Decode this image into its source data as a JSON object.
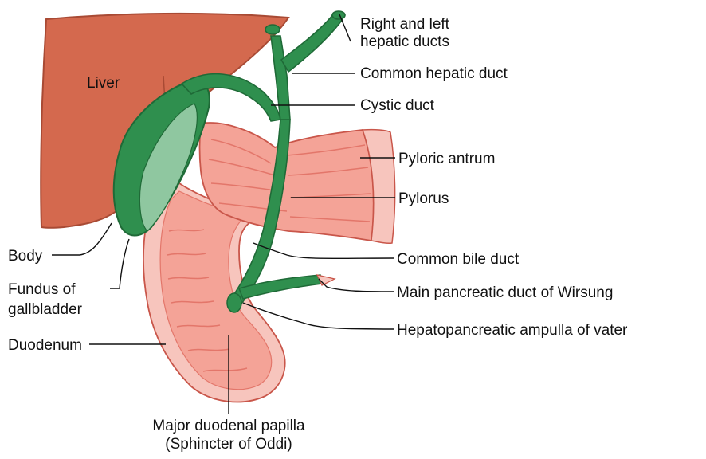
{
  "diagram": {
    "colors": {
      "liver": "#d4694e",
      "liver_edge": "#a84a34",
      "gallbladder": "#2f8f4e",
      "gallbladder_dark": "#1f6a37",
      "mucosa": "#f4a397",
      "mucosa_fold": "#e3766a",
      "wall": "#f7c5bd",
      "leader": "#111111"
    },
    "labels": {
      "liver": "Liver",
      "hepatic_ducts_line1": "Right and left",
      "hepatic_ducts_line2": "hepatic ducts",
      "common_hepatic_duct": "Common hepatic duct",
      "cystic_duct": "Cystic duct",
      "pyloric_antrum": "Pyloric antrum",
      "pylorus": "Pylorus",
      "common_bile_duct": "Common bile duct",
      "main_pancreatic_duct": "Main pancreatic duct of Wirsung",
      "hepatopancreatic_ampulla": "Hepatopancreatic ampulla of vater",
      "body": "Body",
      "fundus_line1": "Fundus of",
      "fundus_line2": "gallbladder",
      "duodenum": "Duodenum",
      "papilla_line1": "Major duodenal papilla",
      "papilla_line2": "(Sphincter of Oddi)"
    }
  }
}
